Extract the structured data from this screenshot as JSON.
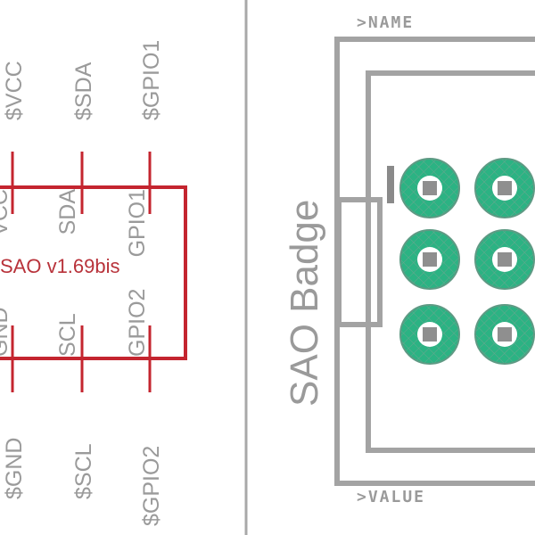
{
  "schematic": {
    "part_name": "SAO v1.69bis",
    "top_net_labels": [
      "$VCC",
      "$SDA",
      "$GPIO1"
    ],
    "bottom_net_labels": [
      "$GND",
      "$SCL",
      "$GPIO2"
    ],
    "top_pin_names": [
      "VCC",
      "SDA",
      "GPIO1"
    ],
    "bottom_pin_names": [
      "GND",
      "SCL",
      "GPIO2"
    ]
  },
  "board": {
    "package_label": "SAO Badge",
    "name_placeholder": ">NAME",
    "value_placeholder": ">VALUE"
  },
  "colors": {
    "symbol": "#c4252f",
    "silkscreen": "#a3a3a3",
    "pad": "#2bb383",
    "divider": "#a8a8a8"
  }
}
